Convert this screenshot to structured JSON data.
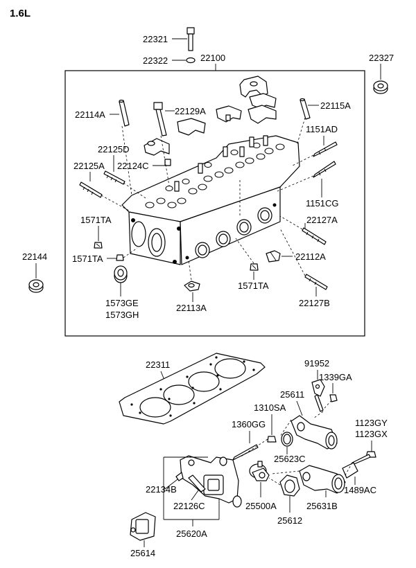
{
  "header": {
    "engine": "1.6L"
  },
  "labels": {
    "p22321": "22321",
    "p22322": "22322",
    "p22100": "22100",
    "p22327": "22327",
    "p22114A": "22114A",
    "p22129A": "22129A",
    "p22115A": "22115A",
    "p1151AD": "1151AD",
    "p22125D": "22125D",
    "p22125A": "22125A",
    "p22124C": "22124C",
    "p1151CG": "1151CG",
    "p1571TA_a": "1571TA",
    "p22127A": "22127A",
    "p1571TA_b": "1571TA",
    "p22112A": "22112A",
    "p22144": "22144",
    "p1571TA_c": "1571TA",
    "p1573GE": "1573GE",
    "p1573GH": "1573GH",
    "p22113A": "22113A",
    "p22127B": "22127B",
    "p22311": "22311",
    "p91952": "91952",
    "p1339GA": "1339GA",
    "p25611": "25611",
    "p1310SA": "1310SA",
    "p1360GG": "1360GG",
    "p1123GY": "1123GY",
    "p1123GX": "1123GX",
    "p25623C": "25623C",
    "p22134B": "22134B",
    "p1489AC": "1489AC",
    "p22126C": "22126C",
    "p25500A": "25500A",
    "p25631B": "25631B",
    "p25612": "25612",
    "p25620A": "25620A",
    "p25614": "25614"
  }
}
